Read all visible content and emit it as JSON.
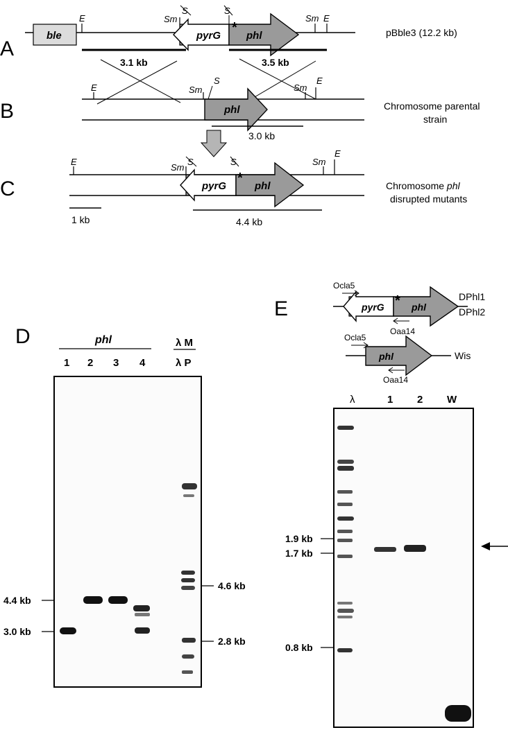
{
  "panels": {
    "A": {
      "letter": "A",
      "caption": "pBble3 (12.2 kb)"
    },
    "B": {
      "letter": "B",
      "caption_line1": "Chromosome parental",
      "caption_line2": "strain"
    },
    "C": {
      "letter": "C",
      "caption_line1_word": "Chromosome ",
      "caption_line1_italic": "phl",
      "caption_line2": "disrupted mutants"
    },
    "D": {
      "letter": "D"
    },
    "E": {
      "letter": "E"
    }
  },
  "genes": {
    "ble": "ble",
    "pyrG": "pyrG",
    "phl": "phl"
  },
  "sites": {
    "E": "E",
    "Sm": "Sm",
    "S": "S",
    "star": "*"
  },
  "fragments": {
    "a_left": "3.1 kb",
    "a_right": "3.5 kb",
    "b": "3.0 kb",
    "c": "4.4 kb",
    "scale": "1 kb"
  },
  "gel_d": {
    "group_label": "phl",
    "lanes": [
      "1",
      "2",
      "3",
      "4"
    ],
    "marker_top": "λ M",
    "marker_bottom": "λ P",
    "left_sizes": [
      "4.4 kb",
      "3.0 kb"
    ],
    "right_sizes": [
      "4.6 kb",
      "2.8 kb"
    ]
  },
  "gel_e": {
    "lanes": [
      "λ",
      "1",
      "2",
      "W"
    ],
    "sizes": [
      "1.9 kb",
      "1.7 kb",
      "0.8 kb"
    ],
    "primer_ocla5": "Ocla5",
    "primer_oaa14": "Oaa14",
    "strain_dphl1": "DPhl1",
    "strain_dphl2": "DPhl2",
    "strain_wis": "Wis",
    "arrow": "arrow-left-icon"
  }
}
